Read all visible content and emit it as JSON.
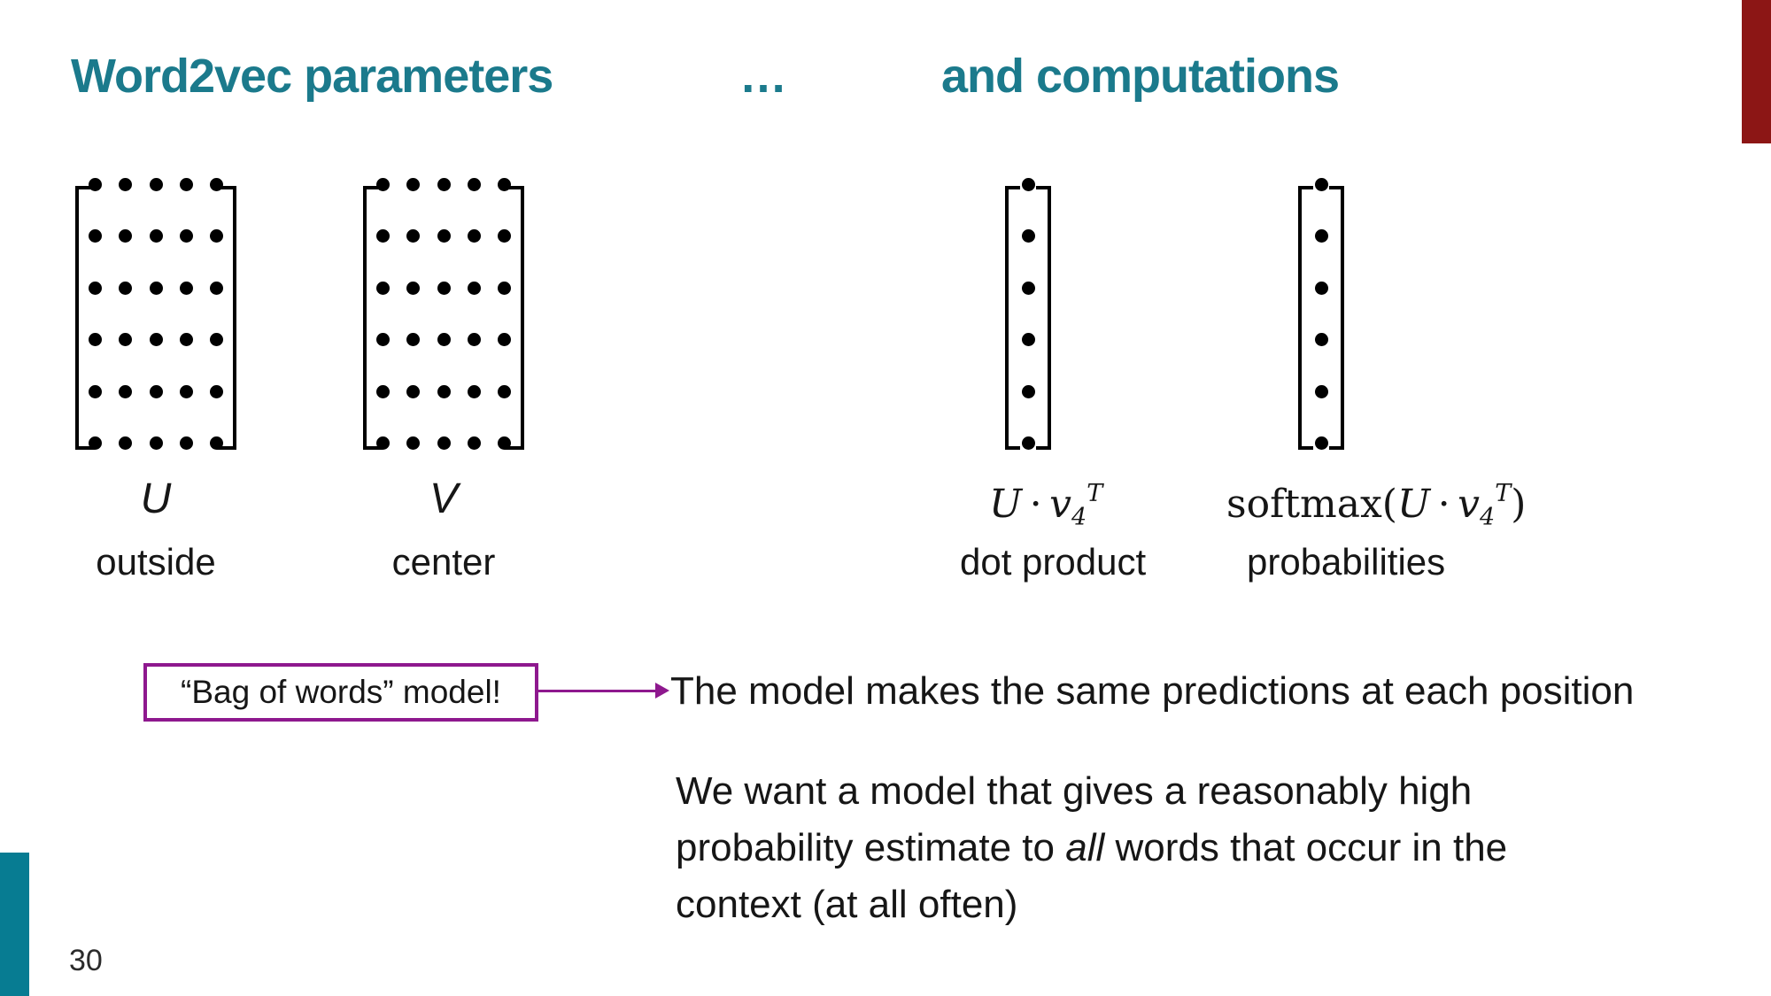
{
  "slide": {
    "title": {
      "part1": "Word2vec parameters",
      "ellipsis": "…",
      "part2": "and computations"
    },
    "page_number": "30",
    "colors": {
      "title_teal": "#1B7A8C",
      "teal_corner_bar": "#077C92",
      "red_corner_bar": "#8C1615",
      "callout_purple": "#8E188E",
      "body_text": "#161616"
    }
  },
  "matrices": [
    {
      "label": "U",
      "sublabel": "outside",
      "dots": {
        "rows": 6,
        "cols": 5
      }
    },
    {
      "label": "V",
      "sublabel": "center",
      "dots": {
        "rows": 6,
        "cols": 5
      }
    }
  ],
  "vectors": [
    {
      "dots": {
        "rows": 6,
        "cols": 1
      },
      "formula": {
        "U": "U",
        "dot": "⋅",
        "v": "v",
        "sub": "4",
        "sup": "T"
      },
      "sublabel": "dot product"
    },
    {
      "dots": {
        "rows": 6,
        "cols": 1
      },
      "formula": {
        "prefix": "softmax(",
        "U": "U",
        "dot": "⋅",
        "v": "v",
        "sub": "4",
        "sup": "T",
        "suffix": ")"
      },
      "sublabel": "probabilities"
    }
  ],
  "callout": {
    "box_text": "“Bag of words” model!"
  },
  "annotations": {
    "arrow_text": "The model makes the same predictions at each position",
    "paragraph": {
      "line1": "We want a model that gives a reasonably high",
      "line2_pre": "probability estimate to ",
      "line2_italic": "all",
      "line2_post": " words that occur in the",
      "line3": "context (at all often)"
    }
  }
}
